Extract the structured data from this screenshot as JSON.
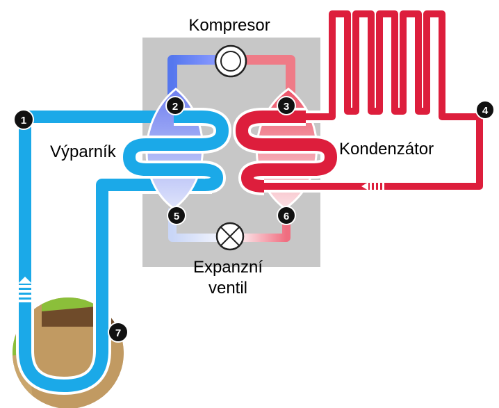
{
  "labels": {
    "compressor": "Kompresor",
    "evaporator": "Výparník",
    "condenser": "Kondenzátor",
    "valve_line1": "Expanzní",
    "valve_line2": "ventil"
  },
  "points": [
    "1",
    "2",
    "3",
    "4",
    "5",
    "6",
    "7"
  ],
  "colors": {
    "cold": "#1ba9e8",
    "hot": "#dd1e3c",
    "module": "#c7c7c7",
    "marker": "#111111"
  }
}
